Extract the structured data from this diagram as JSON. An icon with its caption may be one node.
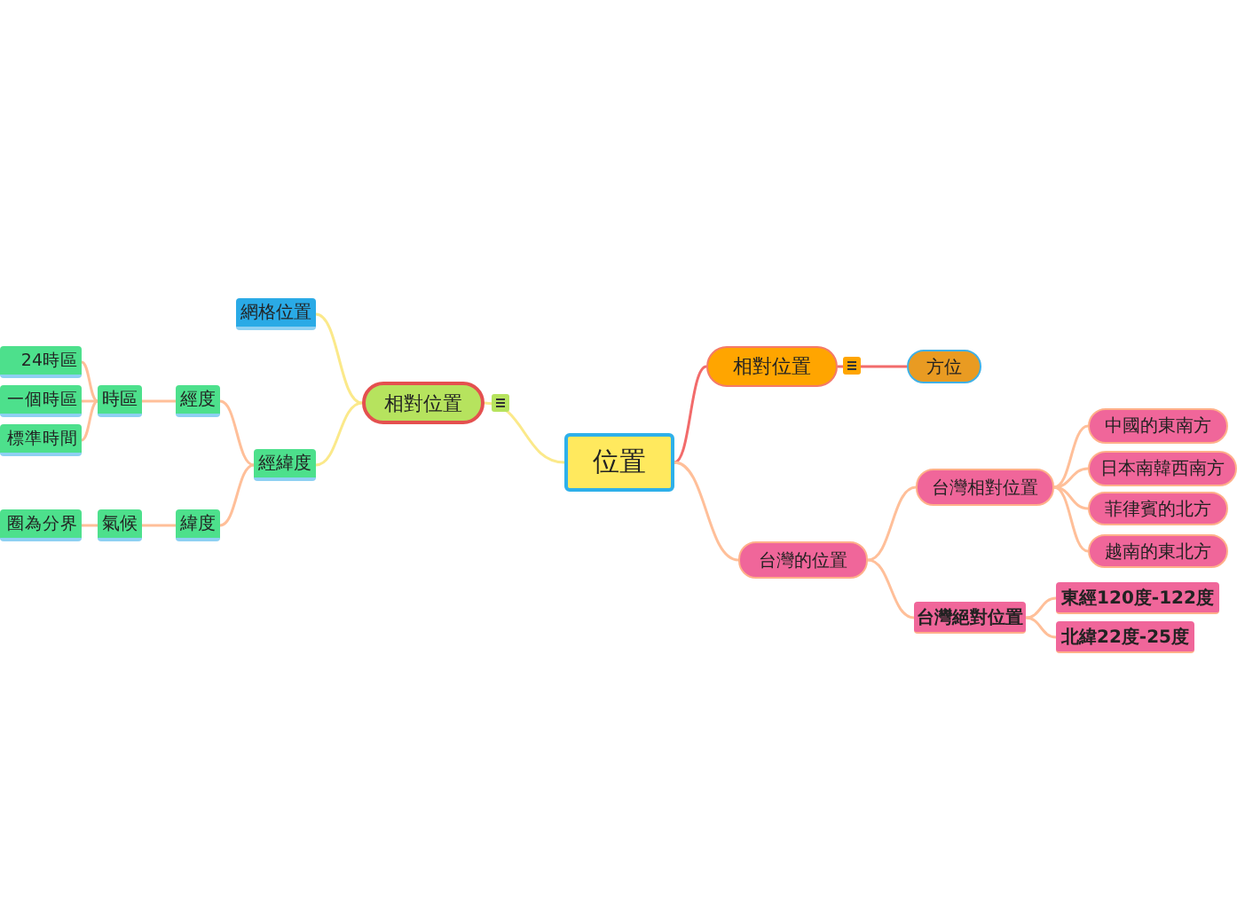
{
  "diagram": {
    "nodes": [
      {
        "text": [
          "位置"
        ]
      },
      {
        "text": [
          "相對位置"
        ]
      },
      {
        "text": [
          "方位"
        ]
      },
      {
        "text": [
          "台灣的位置"
        ]
      },
      {
        "text": [
          "台灣相對位置"
        ]
      },
      {
        "text": [
          "中國的東南方"
        ]
      },
      {
        "text": [
          "日本南韓西南方"
        ]
      },
      {
        "text": [
          "菲律賓的北方"
        ]
      },
      {
        "text": [
          "越南的東北方"
        ]
      },
      {
        "text": [
          "台灣絕對位置"
        ]
      },
      {
        "text": [
          "東經120度-122度"
        ]
      },
      {
        "text": [
          "北緯22度-25度"
        ]
      },
      {
        "text": [
          "相對位置"
        ]
      },
      {
        "text": [
          "網格位置"
        ]
      },
      {
        "text": [
          "經緯度"
        ]
      },
      {
        "text": [
          "經度"
        ]
      },
      {
        "text": [
          "緯度"
        ]
      },
      {
        "text": [
          "時區"
        ]
      },
      {
        "text": [
          "氣候"
        ]
      },
      {
        "text": [
          "24時區"
        ]
      },
      {
        "text": [
          "一個時區"
        ]
      },
      {
        "text": [
          "標準時間"
        ]
      },
      {
        "text": [
          "圈為分界"
        ]
      }
    ],
    "edges": [
      {
        "from": 0,
        "to": 1,
        "arrow": "none",
        "color": "#f26b6b"
      },
      {
        "from": 1,
        "to": 2,
        "arrow": "none",
        "color": "#f26b6b"
      },
      {
        "from": 0,
        "to": 3,
        "arrow": "none"
      },
      {
        "from": 3,
        "to": 4,
        "arrow": "none"
      },
      {
        "from": 4,
        "to": 5,
        "arrow": "none"
      },
      {
        "from": 4,
        "to": 6,
        "arrow": "none"
      },
      {
        "from": 4,
        "to": 7,
        "arrow": "none"
      },
      {
        "from": 4,
        "to": 8,
        "arrow": "none"
      },
      {
        "from": 3,
        "to": 9,
        "arrow": "none"
      },
      {
        "from": 9,
        "to": 10,
        "arrow": "none"
      },
      {
        "from": 9,
        "to": 11,
        "arrow": "none"
      },
      {
        "from": 0,
        "to": 12,
        "arrow": "none",
        "color": "#fbe98a"
      },
      {
        "from": 12,
        "to": 13,
        "arrow": "none",
        "color": "#fbe98a"
      },
      {
        "from": 12,
        "to": 14,
        "arrow": "none",
        "color": "#fbe98a"
      },
      {
        "from": 14,
        "to": 15,
        "arrow": "none"
      },
      {
        "from": 14,
        "to": 16,
        "arrow": "none"
      },
      {
        "from": 15,
        "to": 17,
        "arrow": "none"
      },
      {
        "from": 16,
        "to": 18,
        "arrow": "none"
      },
      {
        "from": 17,
        "to": 19,
        "arrow": "none"
      },
      {
        "from": 17,
        "to": 20,
        "arrow": "none"
      },
      {
        "from": 17,
        "to": 21,
        "arrow": "none"
      },
      {
        "from": 18,
        "to": 22,
        "arrow": "none"
      }
    ]
  }
}
